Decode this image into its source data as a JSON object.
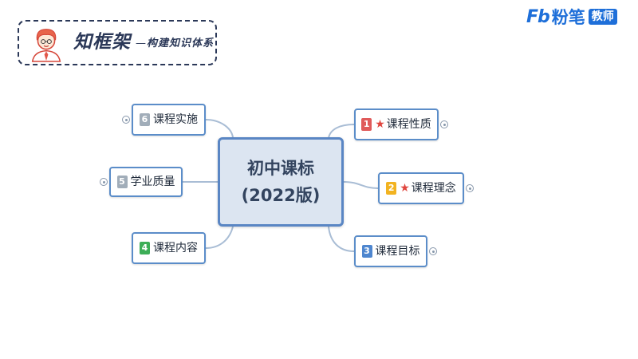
{
  "header": {
    "title": "知框架",
    "separator": "—",
    "subtitle": "构建知识体系",
    "icon": "cartoon-avatar-icon",
    "color": "#2b3858"
  },
  "logo": {
    "mark": "Fb",
    "brand": "粉笔",
    "badge": "教师",
    "color": "#1e6fd9"
  },
  "mindmap": {
    "central_topic": {
      "line1": "初中课标",
      "line2": "(2022版)"
    },
    "topics": [
      {
        "number": "1",
        "label": "课程性质",
        "icon": "star-icon",
        "badge_color": "#e05a5a"
      },
      {
        "number": "2",
        "label": "课程理念",
        "icon": "star-icon",
        "badge_color": "#f2b320"
      },
      {
        "number": "3",
        "label": "课程目标",
        "badge_color": "#4e86cf"
      },
      {
        "number": "4",
        "label": "课程内容",
        "badge_color": "#3dae57"
      },
      {
        "number": "5",
        "label": "学业质量",
        "badge_color": "#a1adb9"
      },
      {
        "number": "6",
        "label": "课程实施",
        "badge_color": "#a1adb9"
      }
    ],
    "colors": {
      "star": "#e0463f",
      "topic_border": "#5b8dc9",
      "central_fill": "#dce5f1",
      "central_border": "#5a86c4",
      "connector": "#a9bdd5"
    }
  }
}
